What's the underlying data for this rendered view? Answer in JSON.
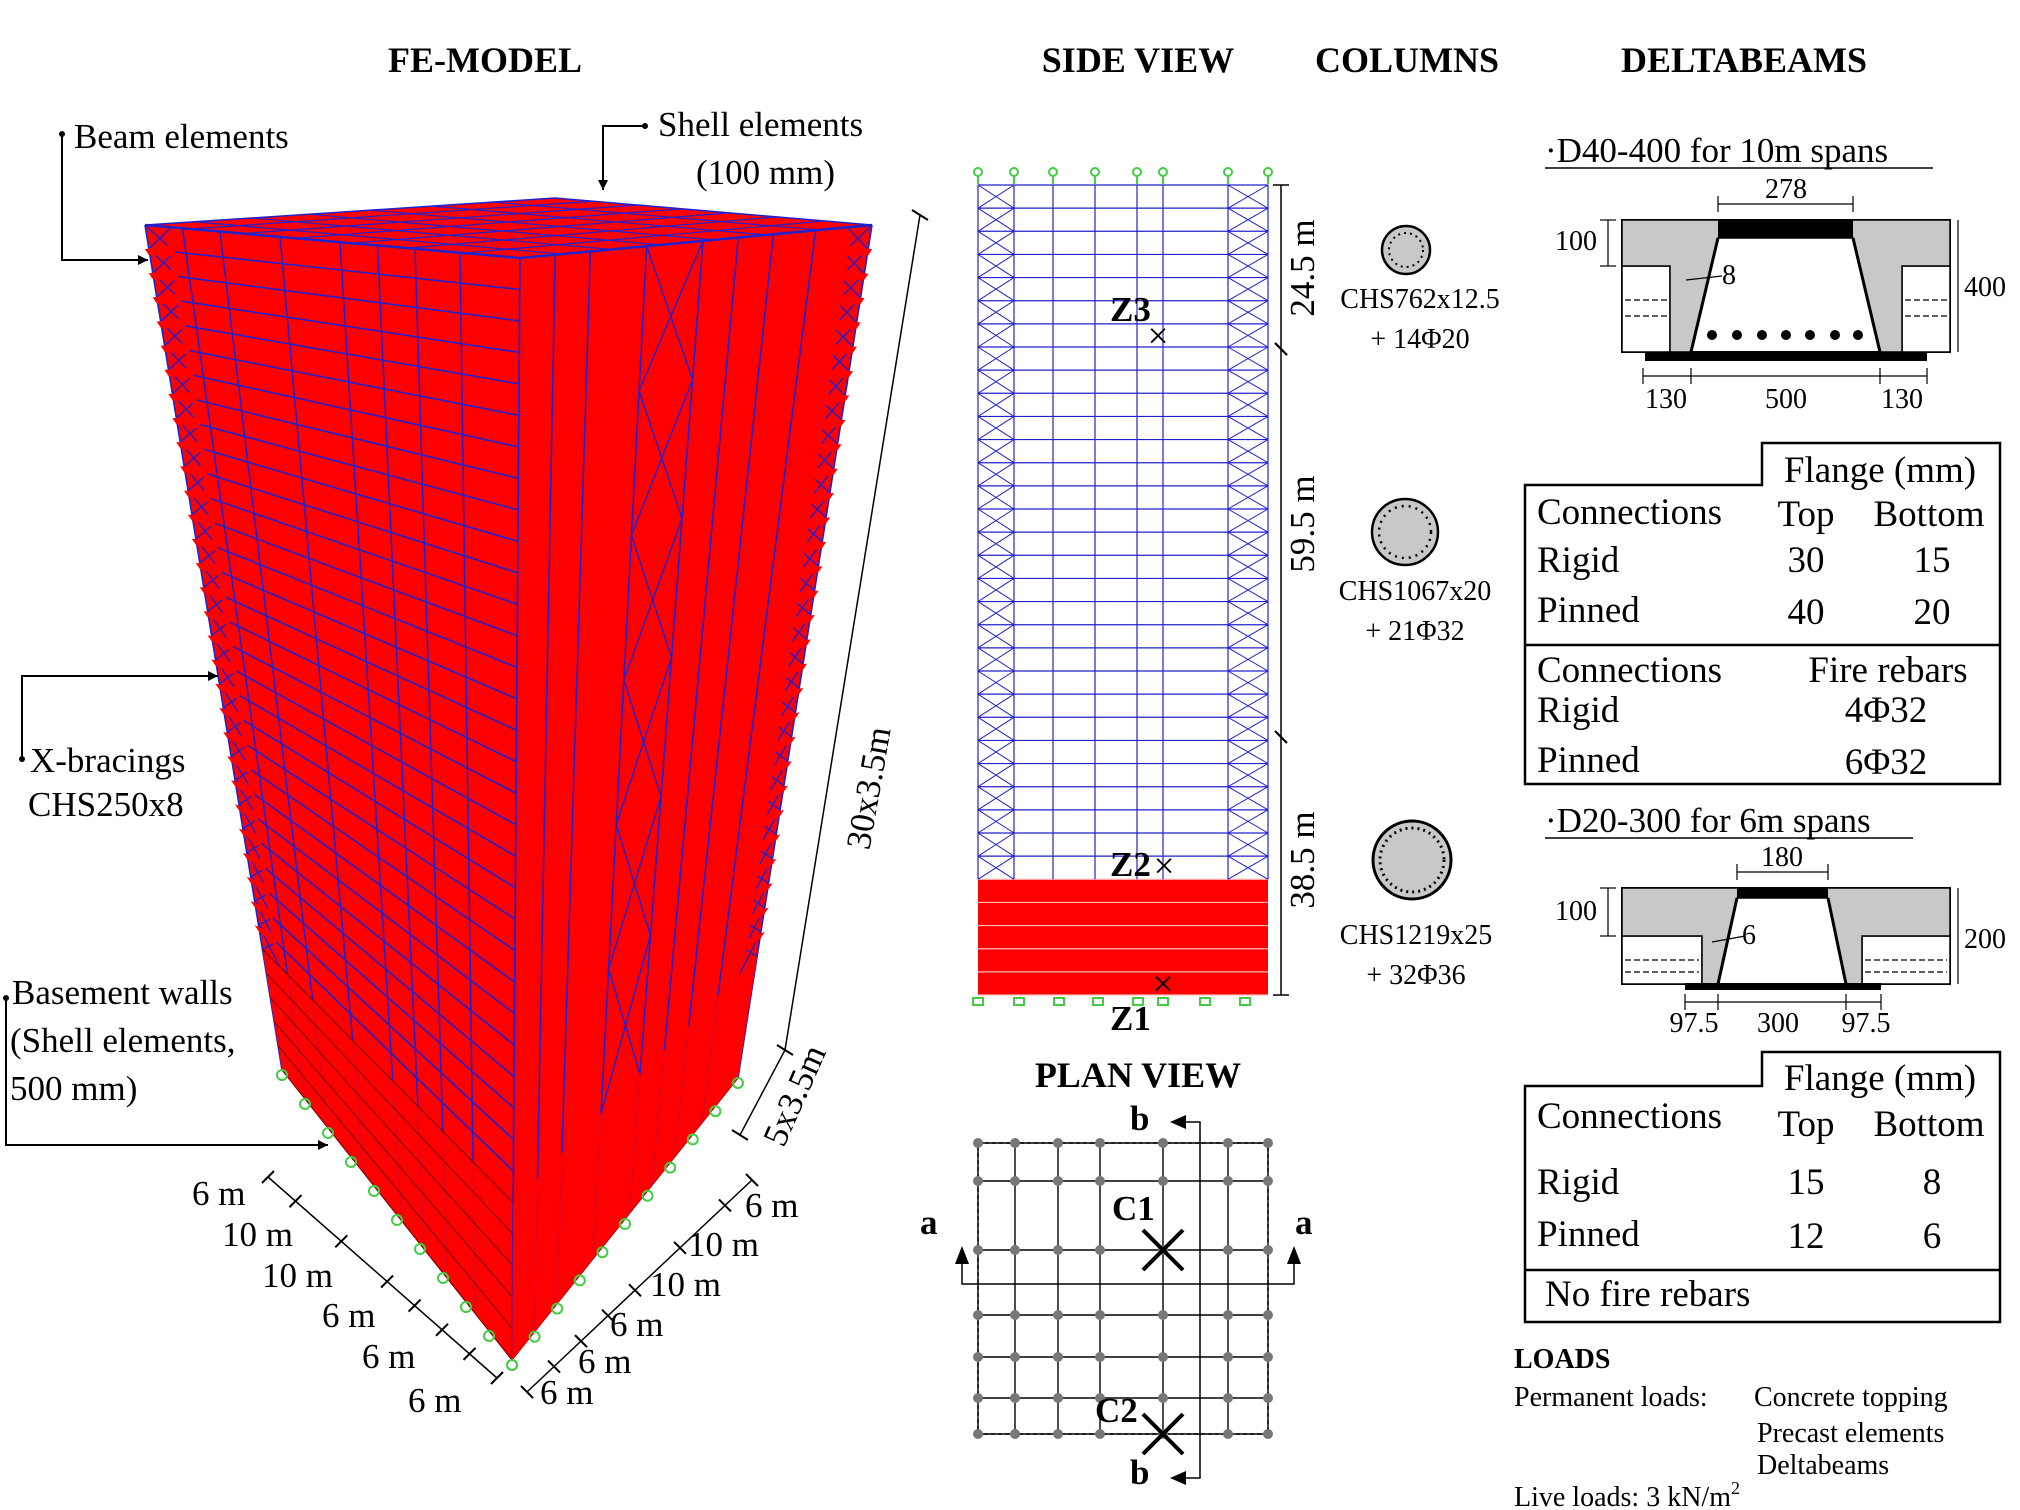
{
  "headings": {
    "fe_model": "FE-MODEL",
    "side_view": "SIDE VIEW",
    "columns": "COLUMNS",
    "deltabeams": "DELTABEAMS",
    "plan_view": "PLAN VIEW",
    "loads": "LOADS"
  },
  "fe_labels": {
    "beam_elements": "Beam elements",
    "shell_elements": "Shell elements",
    "shell_thickness": "(100 mm)",
    "x_bracings": "X-bracings",
    "x_bracings_section": "CHS250x8",
    "basement_walls": "Basement walls",
    "basement_detail": "(Shell elements,",
    "basement_thickness": "500 mm)",
    "storeys_upper": "30x3.5m",
    "storeys_basement": "5x3.5m",
    "spans_left": [
      "6 m",
      "10 m",
      "10 m",
      "6 m",
      "6 m",
      "6 m"
    ],
    "spans_right": [
      "6 m",
      "10 m",
      "10 m",
      "6 m",
      "6 m",
      "6 m"
    ]
  },
  "side_view": {
    "heights": [
      "24.5 m",
      "59.5 m",
      "38.5 m"
    ],
    "zones": [
      "Z3",
      "Z2",
      "Z1"
    ]
  },
  "columns": [
    {
      "section": "CHS762x12.5",
      "rebar": "+ 14Φ20"
    },
    {
      "section": "CHS1067x20",
      "rebar": "+ 21Φ32"
    },
    {
      "section": "CHS1219x25",
      "rebar": "+ 32Φ36"
    }
  ],
  "deltabeam_1": {
    "title": "·D40-400 for 10m spans",
    "top": "278",
    "left_h": "100",
    "right_h": "400",
    "web": "8",
    "bottom": [
      "130",
      "500",
      "130"
    ]
  },
  "deltabeam_2": {
    "title": "·D20-300 for 6m spans",
    "top": "180",
    "left_h": "100",
    "right_h": "200",
    "web": "6",
    "bottom": [
      "97.5",
      "300",
      "97.5"
    ]
  },
  "table_1": {
    "flange_header": "Flange (mm)",
    "col_connections": "Connections",
    "col_top": "Top",
    "col_bottom": "Bottom",
    "rows": [
      {
        "name": "Rigid",
        "top": "30",
        "bottom": "15"
      },
      {
        "name": "Pinned",
        "top": "40",
        "bottom": "20"
      }
    ],
    "fire_connections": "Connections",
    "fire_header": "Fire rebars",
    "fire_rows": [
      {
        "name": "Rigid",
        "value": "4Φ32"
      },
      {
        "name": "Pinned",
        "value": "6Φ32"
      }
    ]
  },
  "table_2": {
    "flange_header": "Flange (mm)",
    "col_connections": "Connections",
    "col_top": "Top",
    "col_bottom": "Bottom",
    "rows": [
      {
        "name": "Rigid",
        "top": "15",
        "bottom": "8"
      },
      {
        "name": "Pinned",
        "top": "12",
        "bottom": "6"
      }
    ],
    "note": "No fire rebars"
  },
  "plan_view": {
    "section_a": "a",
    "section_b": "b",
    "c1": "C1",
    "c2": "C2"
  },
  "loads": {
    "permanent_label": "Permanent loads:",
    "permanent_items": [
      "Concrete topping",
      "Precast elements",
      "Deltabeams"
    ],
    "live": "Live loads: 3 kN/m",
    "live_sup": "2"
  },
  "colors": {
    "shell_red": "#ff0000",
    "frame_blue": "#2222cc",
    "support_green": "#44cc44",
    "concrete_grey": "#c8c8c8"
  }
}
